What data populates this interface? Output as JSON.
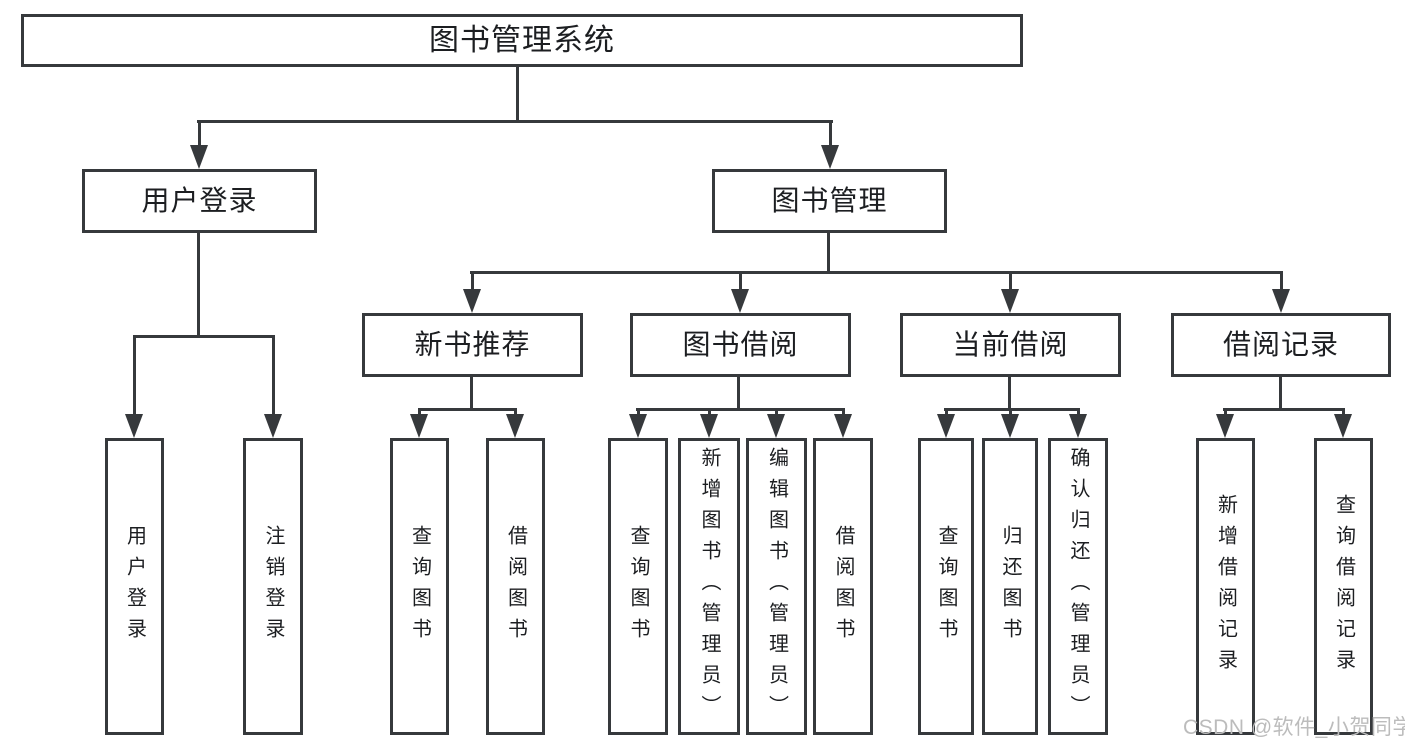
{
  "tree": {
    "root": "图书管理系统",
    "branches": [
      {
        "label": "用户登录",
        "children": [
          "用户登录",
          "注销登录"
        ]
      },
      {
        "label": "图书管理",
        "children": [
          {
            "label": "新书推荐",
            "children": [
              "查询图书",
              "借阅图书"
            ]
          },
          {
            "label": "图书借阅",
            "children": [
              "查询图书",
              "新增图书（管理员）",
              "编辑图书（管理员）",
              "借阅图书"
            ]
          },
          {
            "label": "当前借阅",
            "children": [
              "查询图书",
              "归还图书",
              "确认归还（管理员）"
            ]
          },
          {
            "label": "借阅记录",
            "children": [
              "新增借阅记录",
              "查询借阅记录"
            ]
          }
        ]
      }
    ]
  },
  "watermark": "CSDN @软件_小贺同学",
  "colors": {
    "line": "#36393c",
    "text": "#1c1e21",
    "watermark": "#bcbcbc",
    "background": "#ffffff"
  }
}
